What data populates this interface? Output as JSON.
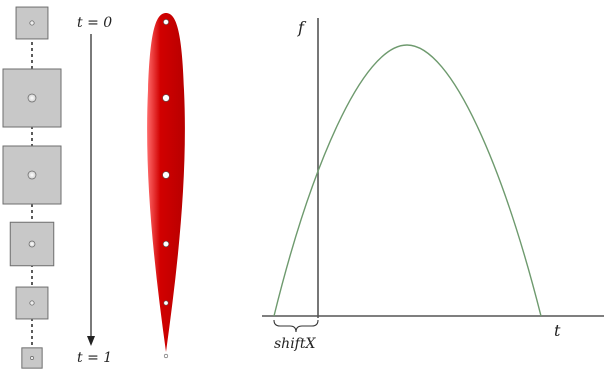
{
  "time_labels": {
    "start": "t = 0",
    "end": "t = 1"
  },
  "graph": {
    "y_axis_label": "f",
    "x_axis_label": "t",
    "shift_label": "shiftX"
  },
  "squares": [
    {
      "size_rel": 0.55
    },
    {
      "size_rel": 1.0
    },
    {
      "size_rel": 1.0
    },
    {
      "size_rel": 0.75
    },
    {
      "size_rel": 0.55
    },
    {
      "size_rel": 0.35
    }
  ],
  "colors": {
    "square_fill": "#c8c8c8",
    "square_stroke": "#6e6e6e",
    "shape_fill": "#d10000",
    "curve": "#6e9a6e",
    "axis": "#555555",
    "arrow": "#222222"
  }
}
